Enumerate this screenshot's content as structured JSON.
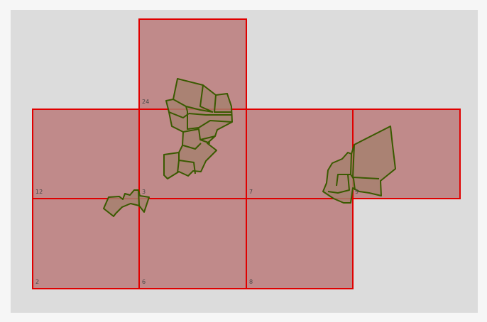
{
  "map": {
    "tiles": [
      {
        "id": "24",
        "label": "24"
      },
      {
        "id": "12",
        "label": "12"
      },
      {
        "id": "3",
        "label": "3"
      },
      {
        "id": "7",
        "label": "7"
      },
      {
        "id": "9",
        "label": "9"
      },
      {
        "id": "2",
        "label": "2"
      },
      {
        "id": "6",
        "label": "6"
      },
      {
        "id": "8",
        "label": "8"
      }
    ],
    "colors": {
      "tile_fill": "#c08a8a",
      "tile_border": "#e00000",
      "parcel_fill": "#a6806e",
      "parcel_stroke": "#3a5a00",
      "background": "#dcdcdc"
    }
  }
}
